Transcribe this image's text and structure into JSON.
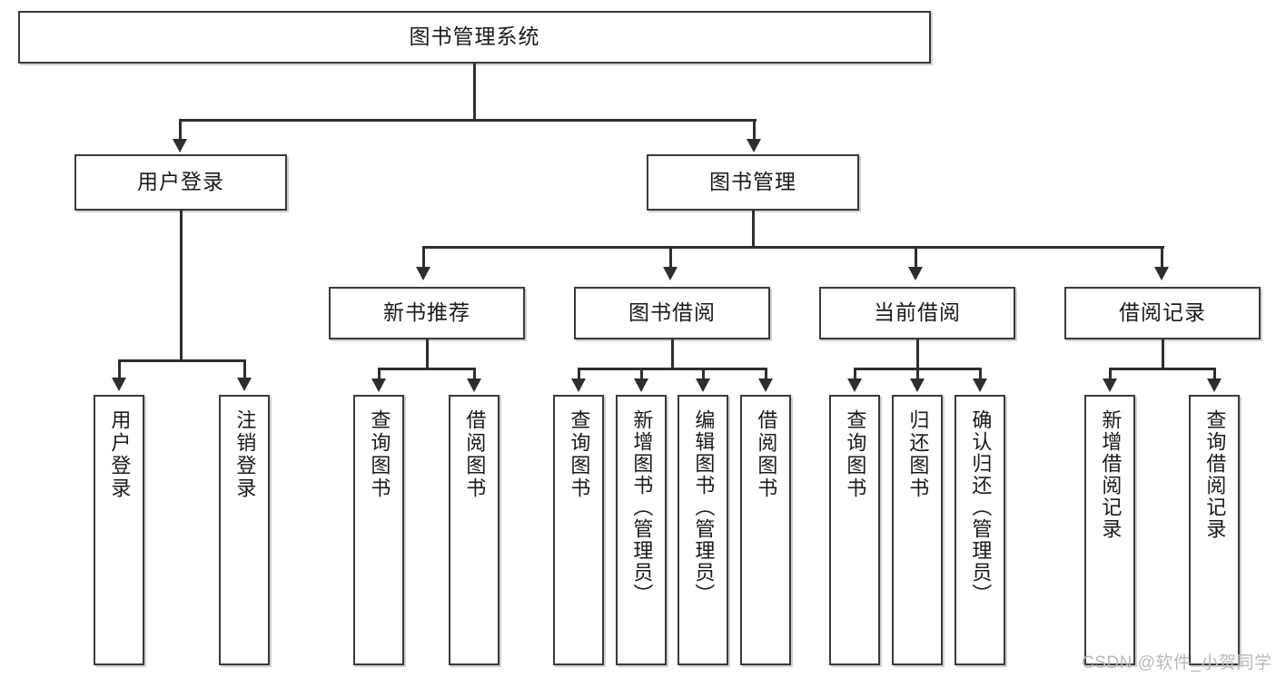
{
  "diagram": {
    "type": "tree-hierarchy-chart",
    "title": "图书管理系统",
    "root": {
      "label": "图书管理系统"
    },
    "level2": [
      {
        "id": "user-login",
        "label": "用户登录"
      },
      {
        "id": "book-management",
        "label": "图书管理"
      }
    ],
    "level3": [
      {
        "id": "new-book-recommend",
        "label": "新书推荐",
        "parent": "book-management"
      },
      {
        "id": "book-borrow",
        "label": "图书借阅",
        "parent": "book-management"
      },
      {
        "id": "current-borrow",
        "label": "当前借阅",
        "parent": "book-management"
      },
      {
        "id": "borrow-record",
        "label": "借阅记录",
        "parent": "book-management"
      }
    ],
    "leaves": [
      {
        "id": "leaf-user-login",
        "label": "用户登录",
        "parent": "user-login"
      },
      {
        "id": "leaf-logout-login",
        "label": "注销登录",
        "parent": "user-login"
      },
      {
        "id": "leaf-query-book-1",
        "label": "查询图书",
        "parent": "new-book-recommend"
      },
      {
        "id": "leaf-borrow-book-1",
        "label": "借阅图书",
        "parent": "new-book-recommend"
      },
      {
        "id": "leaf-query-book-2",
        "label": "查询图书",
        "parent": "book-borrow"
      },
      {
        "id": "leaf-add-book",
        "label": "新增图书（管理员）",
        "parent": "book-borrow"
      },
      {
        "id": "leaf-edit-book",
        "label": "编辑图书（管理员）",
        "parent": "book-borrow"
      },
      {
        "id": "leaf-borrow-book-2",
        "label": "借阅图书",
        "parent": "book-borrow"
      },
      {
        "id": "leaf-query-book-3",
        "label": "查询图书",
        "parent": "current-borrow"
      },
      {
        "id": "leaf-return-book",
        "label": "归还图书",
        "parent": "current-borrow"
      },
      {
        "id": "leaf-confirm-return",
        "label": "确认归还（管理员）",
        "parent": "current-borrow"
      },
      {
        "id": "leaf-add-record",
        "label": "新增借阅记录",
        "parent": "borrow-record"
      },
      {
        "id": "leaf-query-record",
        "label": "查询借阅记录",
        "parent": "borrow-record"
      }
    ]
  },
  "watermark": {
    "text": "CSDN @软件_小贺同学"
  },
  "colors": {
    "background": "#ffffff",
    "box_border": "#3a3a3a",
    "connector": "#2e2e2e",
    "text": "#1a1a1a",
    "watermark": "#b9b9b9"
  }
}
